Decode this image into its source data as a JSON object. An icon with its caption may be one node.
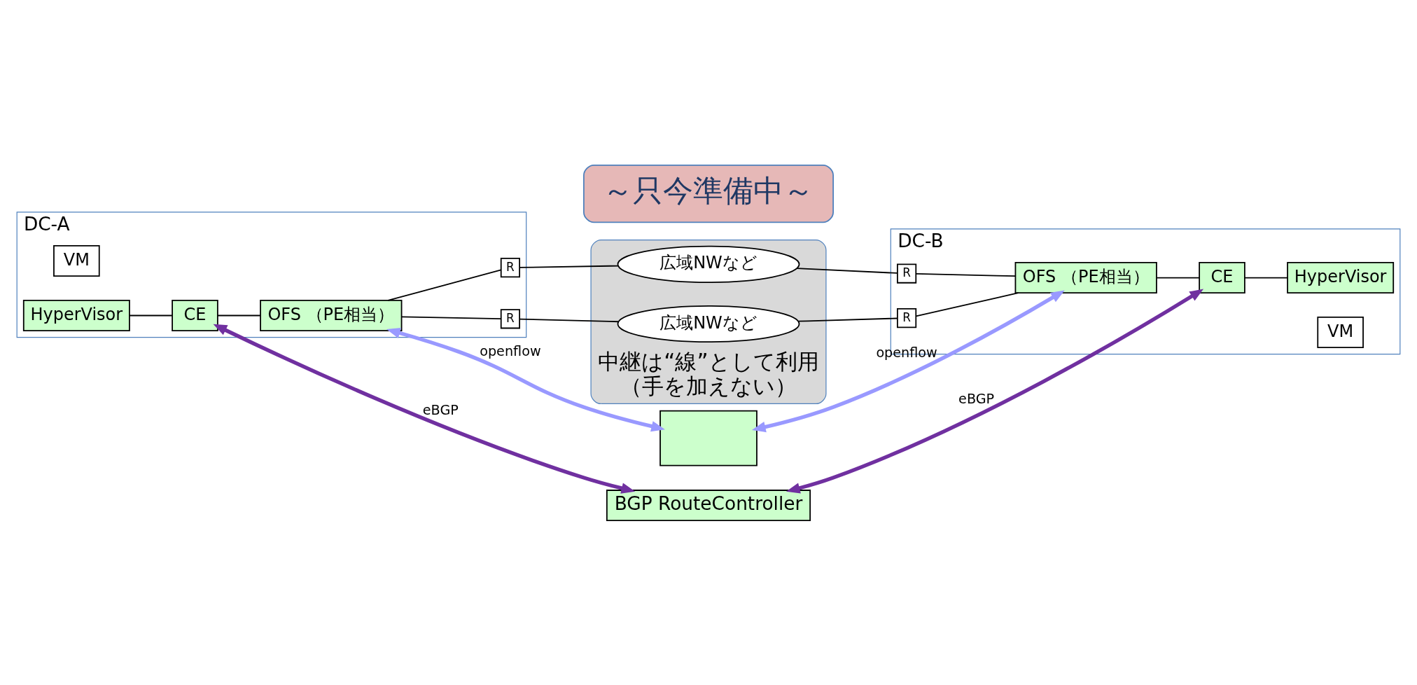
{
  "diagram": {
    "nodes": [
      {
        "text": [
          "BGP RouteController"
        ]
      },
      {
        "text": [],
        "shape": "box"
      },
      {
        "text": [
          "～只今準備中～"
        ]
      },
      {
        "text": [
          "DC-A"
        ]
      },
      {
        "text": [
          "VM"
        ],
        "in": 3
      },
      {
        "text": [
          "HyperVisor"
        ],
        "in": 3
      },
      {
        "text": [
          "CE"
        ],
        "in": 3
      },
      {
        "text": [
          "OFS （PE相当）"
        ],
        "in": 3
      },
      {
        "text": [
          "R"
        ],
        "in": 3
      },
      {
        "text": [
          "R"
        ],
        "in": 3
      },
      {
        "text": [
          "中継は“線”として利用",
          "（手を加えない）"
        ]
      },
      {
        "text": [
          "広域NWなど"
        ],
        "in": 10
      },
      {
        "text": [
          "広域NWなど"
        ],
        "in": 10
      },
      {
        "text": [
          "DC-B"
        ]
      },
      {
        "text": [
          "R"
        ],
        "in": 13
      },
      {
        "text": [
          "R"
        ],
        "in": 13
      },
      {
        "text": [
          "OFS （PE相当）"
        ],
        "in": 13
      },
      {
        "text": [
          "CE"
        ],
        "in": 13
      },
      {
        "text": [
          "VM"
        ],
        "in": 13
      },
      {
        "text": [
          "HyperVisor"
        ],
        "in": 13
      }
    ],
    "edges": [
      {
        "from": 6,
        "to": 0,
        "arrow": "both",
        "label": "eBGP",
        "color": "#7030a0",
        "style": "thick"
      },
      {
        "from": 1,
        "to": 7,
        "arrow": "both",
        "label": "openflow",
        "color": "#9999ff",
        "style": "thick"
      },
      {
        "from": 0,
        "to": 17,
        "arrow": "both",
        "label": "eBGP",
        "color": "#7030a0",
        "style": "thick"
      },
      {
        "from": 1,
        "to": 16,
        "arrow": "both",
        "label": "openflow",
        "color": "#9999ff",
        "style": "thick"
      },
      {
        "from": 5,
        "to": 6,
        "arrow": "none"
      },
      {
        "from": 6,
        "to": 7,
        "arrow": "none"
      },
      {
        "from": 7,
        "to": 8,
        "arrow": "none"
      },
      {
        "from": 7,
        "to": 9,
        "arrow": "none"
      },
      {
        "from": 8,
        "to": 11,
        "arrow": "none"
      },
      {
        "from": 9,
        "to": 12,
        "arrow": "none"
      },
      {
        "from": 11,
        "to": 14,
        "arrow": "none"
      },
      {
        "from": 12,
        "to": 15,
        "arrow": "none"
      },
      {
        "from": 14,
        "to": 16,
        "arrow": "none"
      },
      {
        "from": 15,
        "to": 16,
        "arrow": "none"
      },
      {
        "from": 16,
        "to": 17,
        "arrow": "none"
      },
      {
        "from": 17,
        "to": 19,
        "arrow": "none"
      }
    ]
  }
}
